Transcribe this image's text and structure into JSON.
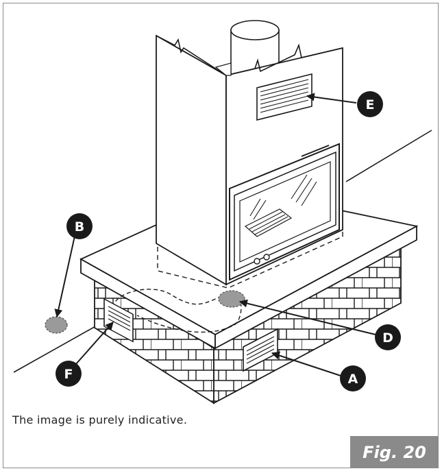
{
  "caption": "The image is purely indicative.",
  "figure_label": "Fig. 20",
  "callouts": {
    "a": "A",
    "b": "B",
    "d": "D",
    "e": "E",
    "f": "F"
  },
  "colors": {
    "outline": "#1a1a1a",
    "callout_fill": "#1a1a1a",
    "vent_spot_fill": "#9a9a9a",
    "figure_tag": "#8a8a8a"
  }
}
